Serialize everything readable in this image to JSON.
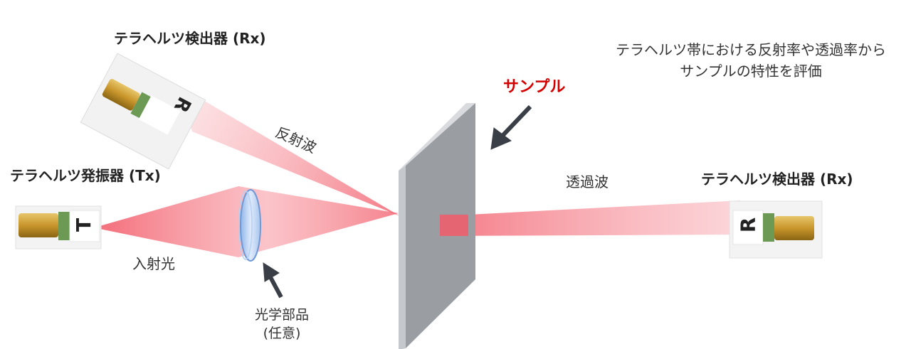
{
  "labels": {
    "detector_top": "テラヘルツ検出器 (Rx)",
    "emitter": "テラヘルツ発振器 (Tx)",
    "detector_right": "テラヘルツ検出器 (Rx)",
    "sample": "サンプル",
    "reflected": "反射波",
    "transmitted": "透過波",
    "incident": "入射光",
    "optics_line1": "光学部品",
    "optics_line2": "(任意)",
    "note_line1": "テラヘルツ帯における反射率や透過率から",
    "note_line2": "サンプルの特性を評価"
  },
  "devices": {
    "rx_top_tag": "R",
    "tx_tag": "T",
    "rx_right_tag": "R"
  },
  "colors": {
    "beam": "#f25c6a",
    "sample_front": "#9a9ea3",
    "sample_side": "#c5c8cc",
    "arrow": "#3a3f47",
    "accent_red": "#d40000"
  }
}
